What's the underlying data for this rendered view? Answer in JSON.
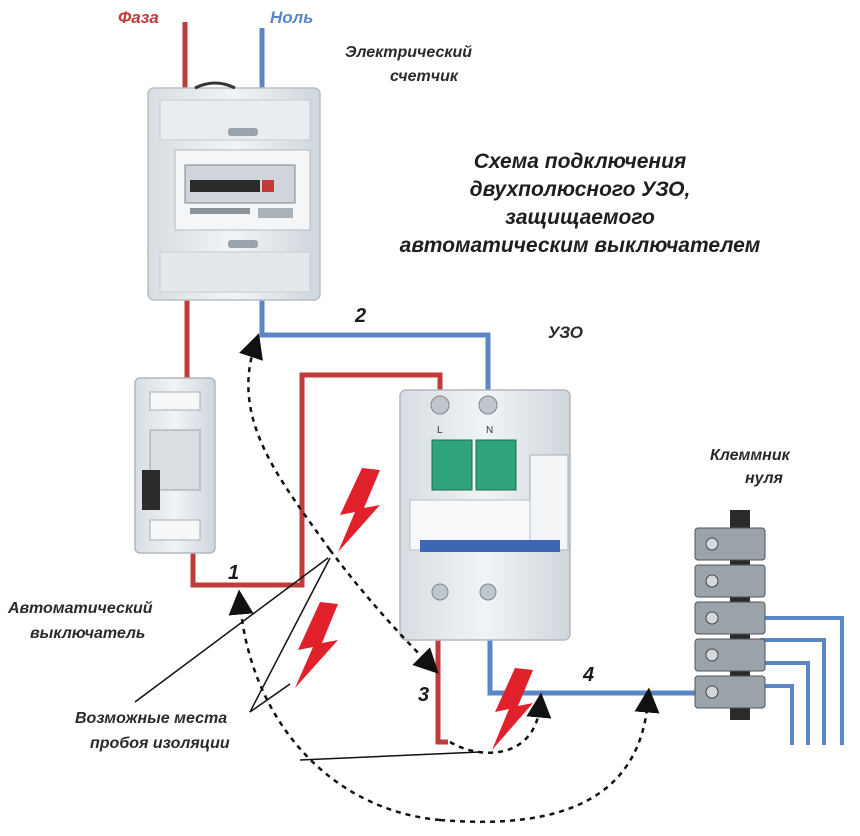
{
  "labels": {
    "phase": "Фаза",
    "neutral": "Ноль",
    "meter_line1": "Электрический",
    "meter_line2": "счетчик",
    "rcd": "УЗО",
    "terminal_line1": "Клеммник",
    "terminal_line2": "нуля",
    "breaker_line1": "Автоматический",
    "breaker_line2": "выключатель",
    "fault_line1": "Возможные места",
    "fault_line2": "пробоя изоляции"
  },
  "title": {
    "line1": "Схема подключения",
    "line2": "двухполюсного УЗО,",
    "line3": "защищаемого",
    "line4": "автоматическим выключателем"
  },
  "wire_numbers": [
    "1",
    "2",
    "3",
    "4"
  ],
  "rcd_terminals": {
    "left": "L",
    "right": "N"
  },
  "colors": {
    "phase_wire": "#c23b3b",
    "neutral_wire": "#5b86c6",
    "phase_label": "#c23b3b",
    "neutral_label": "#5b86c6",
    "fault_bolt": "#e0202a",
    "device_body": "#e8ecef",
    "rcd_lever": "#2fa37a"
  }
}
